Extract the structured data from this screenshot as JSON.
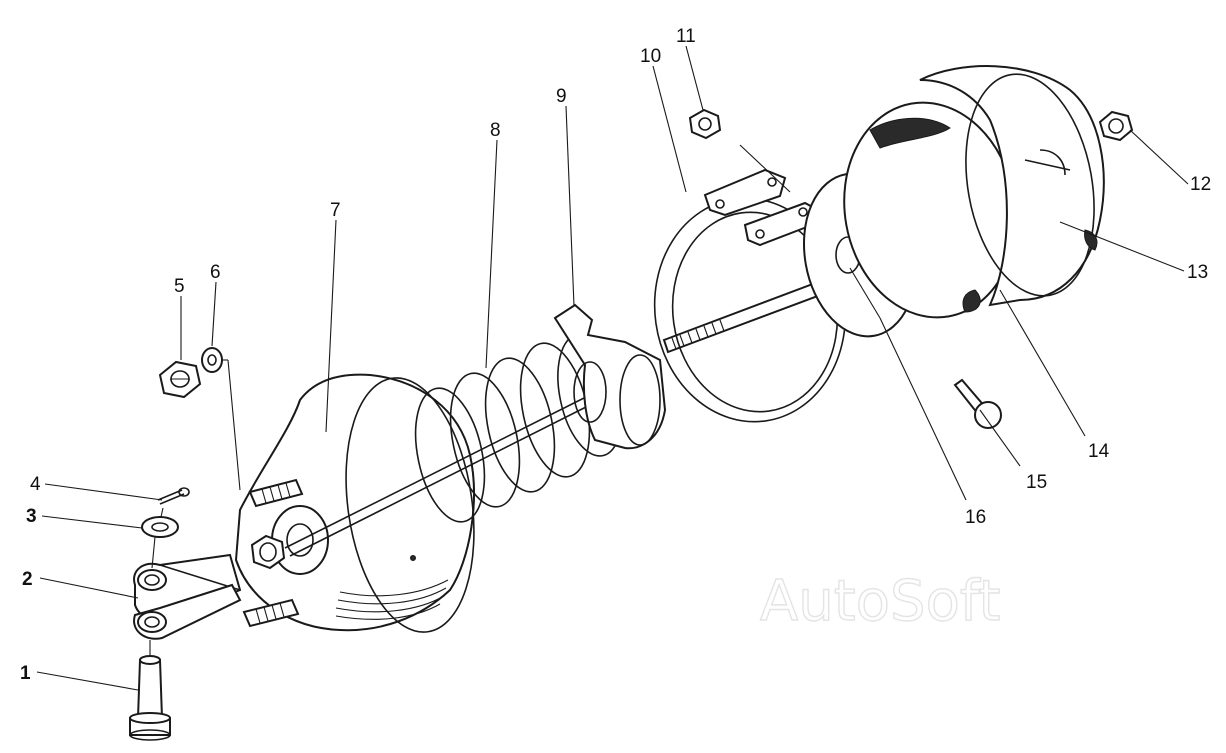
{
  "diagram": {
    "callouts": [
      {
        "id": "1",
        "text": "1"
      },
      {
        "id": "2",
        "text": "2"
      },
      {
        "id": "3",
        "text": "3"
      },
      {
        "id": "4",
        "text": "4"
      },
      {
        "id": "5",
        "text": "5"
      },
      {
        "id": "6",
        "text": "6"
      },
      {
        "id": "7",
        "text": "7"
      },
      {
        "id": "8",
        "text": "8"
      },
      {
        "id": "9",
        "text": "9"
      },
      {
        "id": "10",
        "text": "10"
      },
      {
        "id": "11",
        "text": "11"
      },
      {
        "id": "12",
        "text": "12"
      },
      {
        "id": "13",
        "text": "13"
      },
      {
        "id": "14",
        "text": "14"
      },
      {
        "id": "15",
        "text": "15"
      },
      {
        "id": "16",
        "text": "16"
      }
    ],
    "watermark": "AutoSoft",
    "colors": {
      "ink": "#1a1a1a",
      "paper": "#ffffff",
      "watermark": "#e4e4e4"
    }
  }
}
